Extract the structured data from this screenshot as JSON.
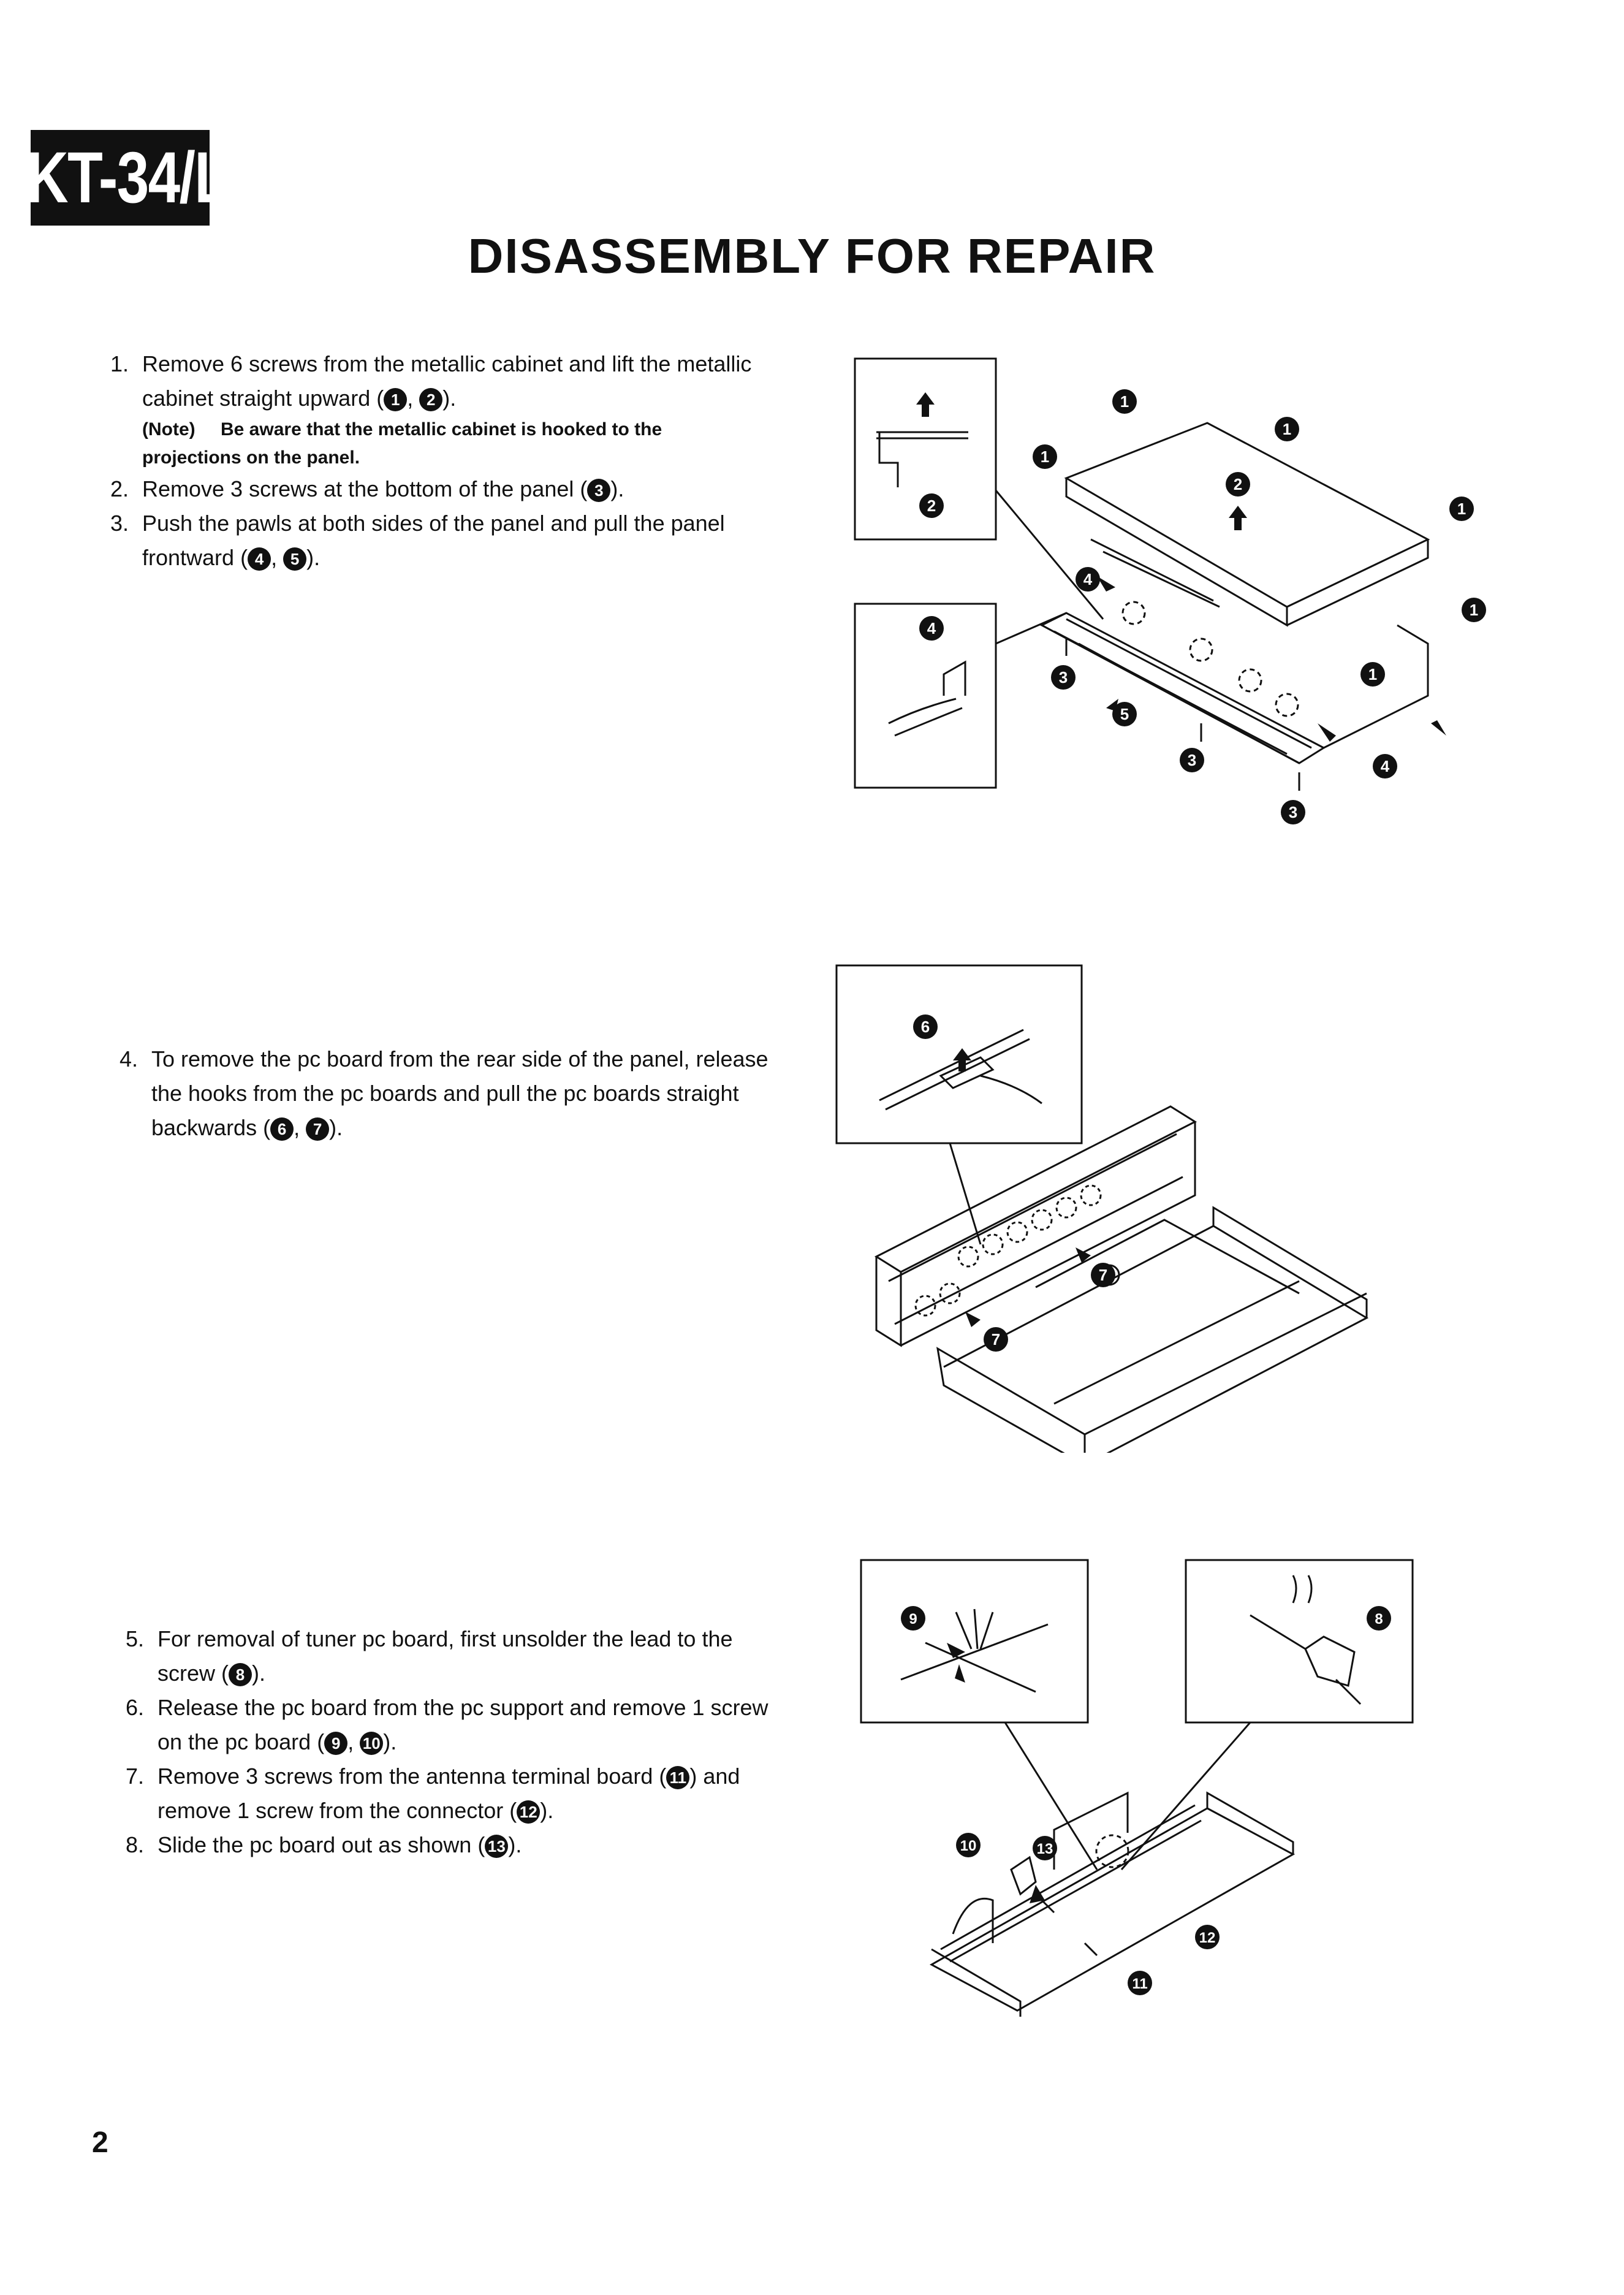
{
  "header": {
    "model": "KT-34/L",
    "title": "DISASSEMBLY FOR REPAIR"
  },
  "section1": {
    "steps": [
      {
        "num": "1.",
        "text": "Remove 6 screws from the metallic cabinet and lift the metallic cabinet straight upward (",
        "refs": [
          "1",
          "2"
        ],
        "end": ")."
      },
      {
        "num": "2.",
        "text": "Remove 3 screws at the bottom of the panel (",
        "refs": [
          "3"
        ],
        "end": ")."
      },
      {
        "num": "3.",
        "text": "Push the pawls at both sides of the panel and pull the panel frontward (",
        "refs": [
          "4",
          "5"
        ],
        "end": ")."
      }
    ],
    "note_tag": "(Note)",
    "note_text": "Be aware that the metallic cabinet is hooked to the projections on the panel."
  },
  "section2": {
    "steps": [
      {
        "num": "4.",
        "text": "To remove the pc board from the rear side of the panel, release the hooks from the pc boards and pull the pc boards straight backwards (",
        "refs": [
          "6",
          "7"
        ],
        "end": ")."
      }
    ]
  },
  "section3": {
    "steps": [
      {
        "num": "5.",
        "text": "For removal of tuner pc board, first unsolder the lead to the screw (",
        "refs": [
          "8"
        ],
        "end": ")."
      },
      {
        "num": "6.",
        "text": "Release the pc board from the pc support and remove 1 screw on the pc board (",
        "refs": [
          "9",
          "10"
        ],
        "end": ")."
      },
      {
        "num": "7.",
        "text": "Remove 3 screws from the antenna terminal board (",
        "refs": [
          "11"
        ],
        "mid": ") and remove 1 screw from the connector (",
        "refs2": [
          "12"
        ],
        "end": ")."
      },
      {
        "num": "8.",
        "text": "Slide the pc board out as shown (",
        "refs": [
          "13"
        ],
        "end": ")."
      }
    ]
  },
  "figures": {
    "fig1_callouts": [
      "1",
      "2",
      "3",
      "4",
      "5"
    ],
    "fig2_callouts": [
      "6",
      "7"
    ],
    "fig3_callouts": [
      "8",
      "9",
      "10",
      "11",
      "12",
      "13"
    ]
  },
  "footer": {
    "page_number": "2"
  }
}
